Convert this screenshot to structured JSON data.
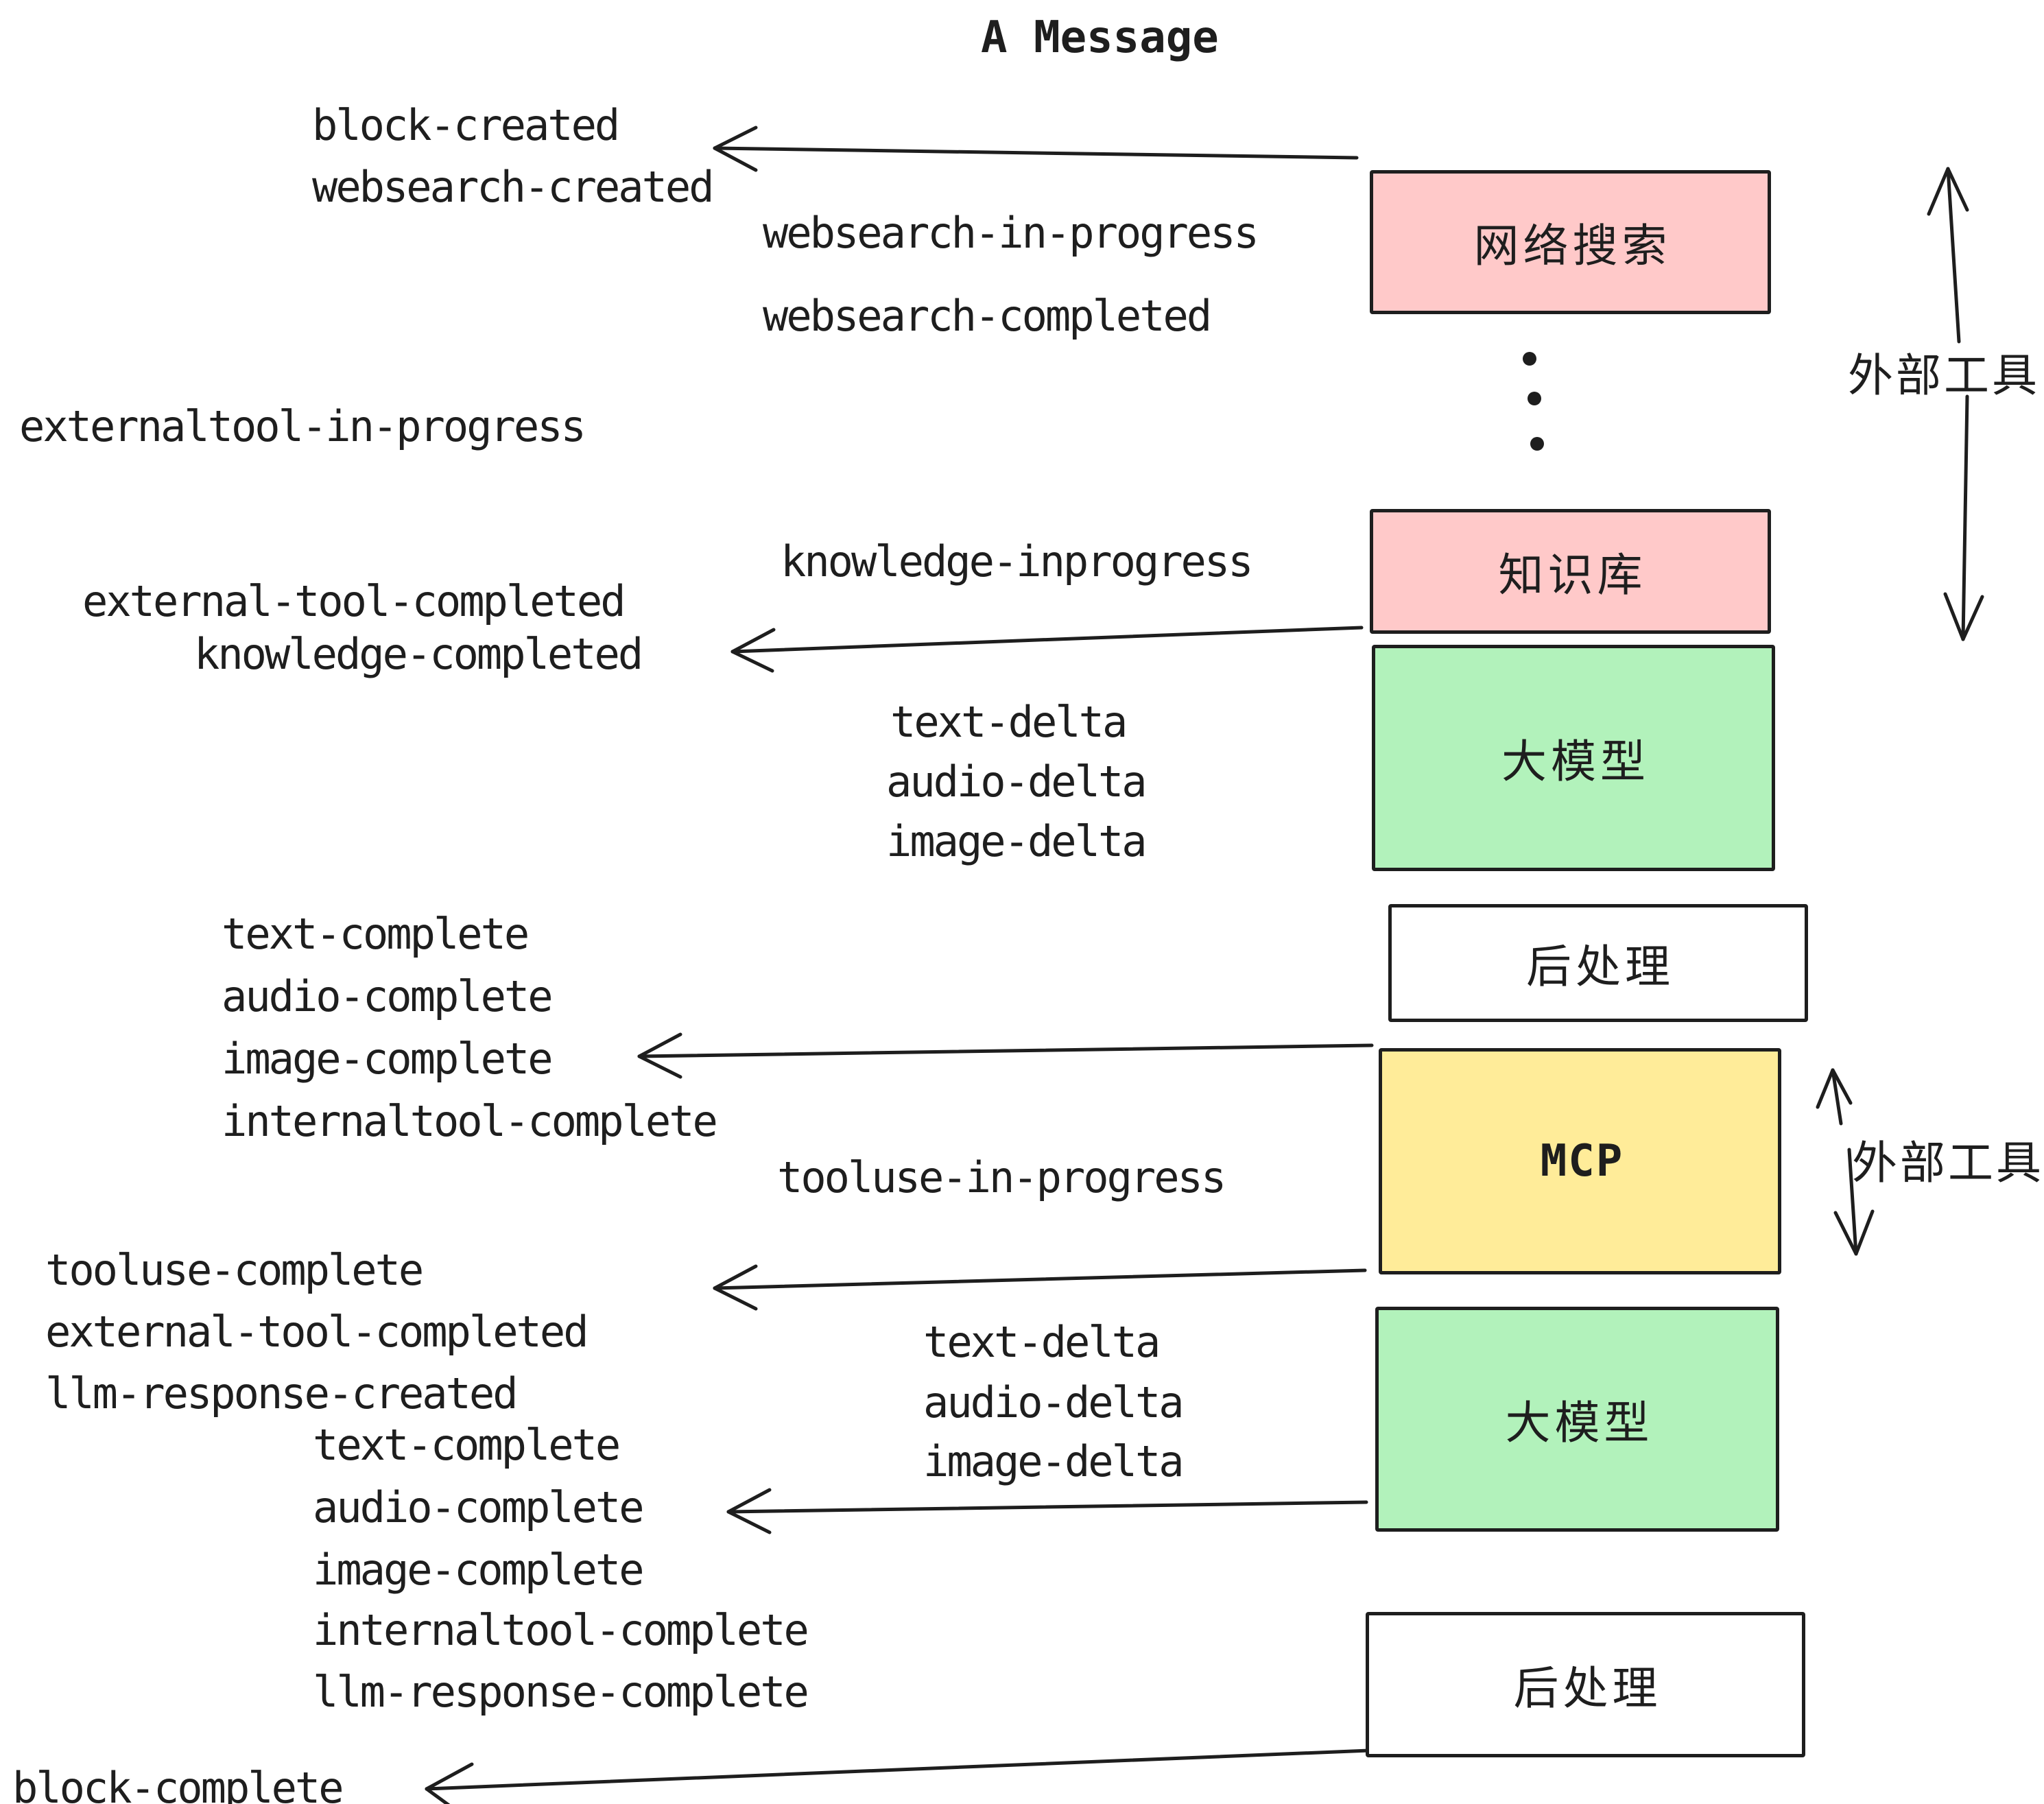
{
  "title": "A Message",
  "colors": {
    "ink": "#1e1e1e",
    "pink": "#ffc9c9",
    "green": "#b2f2bb",
    "yellow": "#ffec99",
    "white": "#ffffff"
  },
  "boxes": {
    "websearch": {
      "label": "网络搜索",
      "color": "pink"
    },
    "knowledge": {
      "label": "知识库",
      "color": "pink"
    },
    "llm1": {
      "label": "大模型",
      "color": "green"
    },
    "post1": {
      "label": "后处理",
      "color": "white"
    },
    "mcp": {
      "label": "MCP",
      "color": "yellow"
    },
    "llm2": {
      "label": "大模型",
      "color": "green"
    },
    "post2": {
      "label": "后处理",
      "color": "white"
    }
  },
  "side_labels": {
    "external_tools_top": "外部工具",
    "external_tools_bottom": "外部工具"
  },
  "events": {
    "block_created": "block-created",
    "websearch_created": "websearch-created",
    "websearch_in_progress": "websearch-in-progress",
    "websearch_completed": "websearch-completed",
    "externaltool_in_progress": "externaltool-in-progress",
    "knowledge_inprogress": "knowledge-inprogress",
    "external_tool_completed_1": "external-tool-completed",
    "knowledge_completed": "knowledge-completed",
    "text_delta_1": "text-delta",
    "audio_delta_1": "audio-delta",
    "image_delta_1": "image-delta",
    "text_complete_1": "text-complete",
    "audio_complete_1": "audio-complete",
    "image_complete_1": "image-complete",
    "internaltool_complete_1": "internaltool-complete",
    "tooluse_in_progress": "tooluse-in-progress",
    "tooluse_complete": "tooluse-complete",
    "external_tool_completed_2": "external-tool-completed",
    "llm_response_created": "llm-response-created",
    "text_delta_2": "text-delta",
    "audio_delta_2": "audio-delta",
    "image_delta_2": "image-delta",
    "text_complete_2": "text-complete",
    "audio_complete_2": "audio-complete",
    "image_complete_2": "image-complete",
    "internaltool_complete_2": "internaltool-complete",
    "llm_response_complete": "llm-response-complete",
    "block_complete": "block-complete"
  }
}
